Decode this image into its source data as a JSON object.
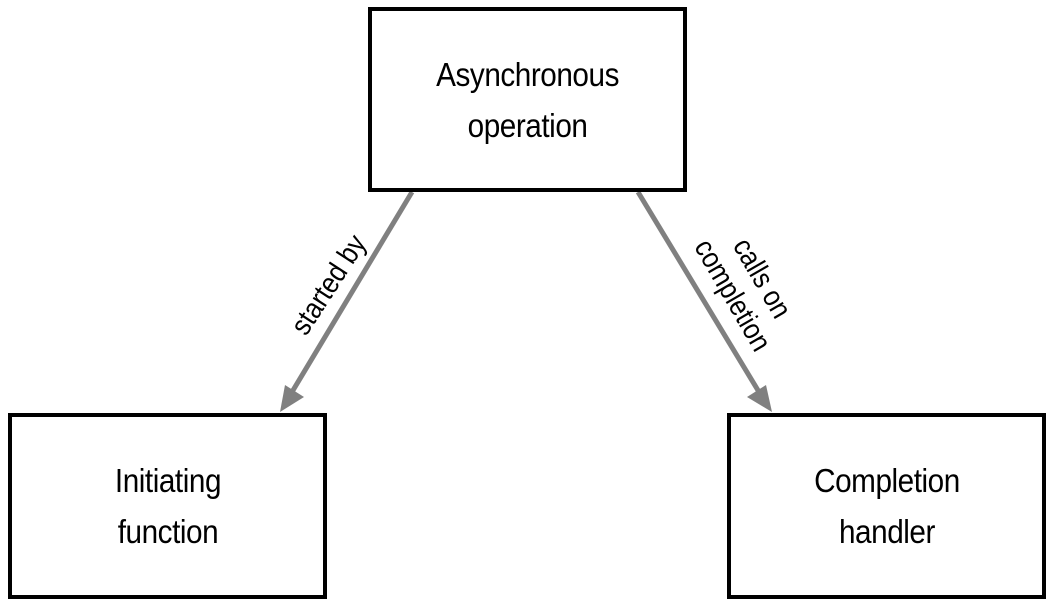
{
  "nodes": {
    "async_operation": {
      "label": "Asynchronous\noperation"
    },
    "initiating_function": {
      "label": "Initiating\nfunction"
    },
    "completion_handler": {
      "label": "Completion\nhandler"
    }
  },
  "edges": {
    "started_by": {
      "label": "started by"
    },
    "calls_on_completion": {
      "label": "calls on\ncompletion"
    }
  },
  "colors": {
    "box_border": "#000000",
    "arrow": "#808080",
    "text": "#000000",
    "background": "#ffffff"
  }
}
